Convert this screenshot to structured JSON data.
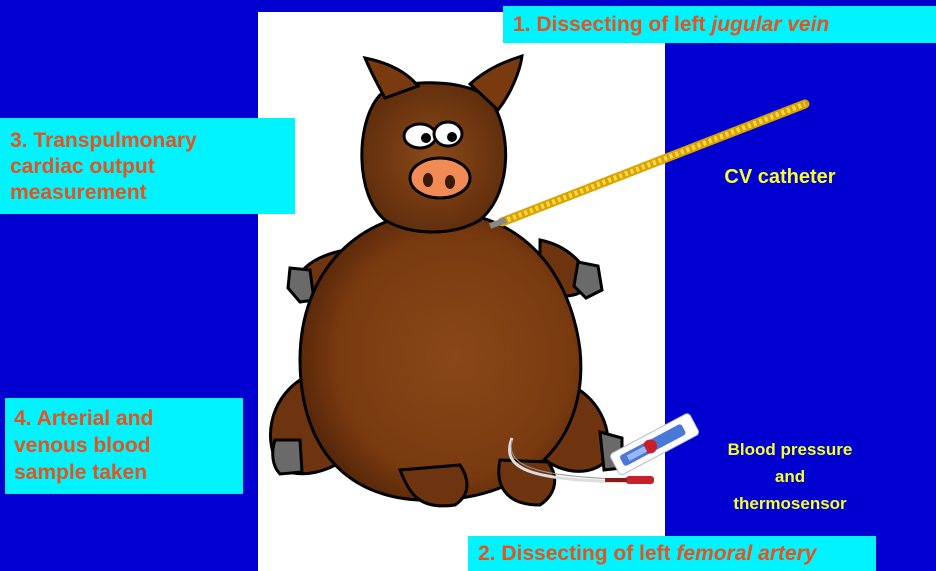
{
  "steps": {
    "s1": {
      "prefix": "1. Dissecting of left ",
      "emph": "jugular vein"
    },
    "s2": {
      "prefix": "2. Dissecting of left ",
      "emph": "femoral artery"
    },
    "s3": {
      "lines": [
        "3. Transpulmonary",
        "cardiac output",
        "measurement"
      ]
    },
    "s4": {
      "lines": [
        "4. Arterial and",
        "venous blood",
        "sample taken"
      ]
    }
  },
  "labels": {
    "cv_catheter": "CV catheter",
    "bp_lines": [
      "Blood pressure",
      "and",
      "thermosensor"
    ]
  },
  "colors": {
    "background": "#0000d0",
    "box": "#00f4ff",
    "step_text": "#e8501c",
    "label_text": "#f6ff2a",
    "pig": "#7a3a12"
  },
  "icons": [
    "pig-illustration",
    "cv-catheter-icon",
    "arterial-catheter-icon"
  ]
}
